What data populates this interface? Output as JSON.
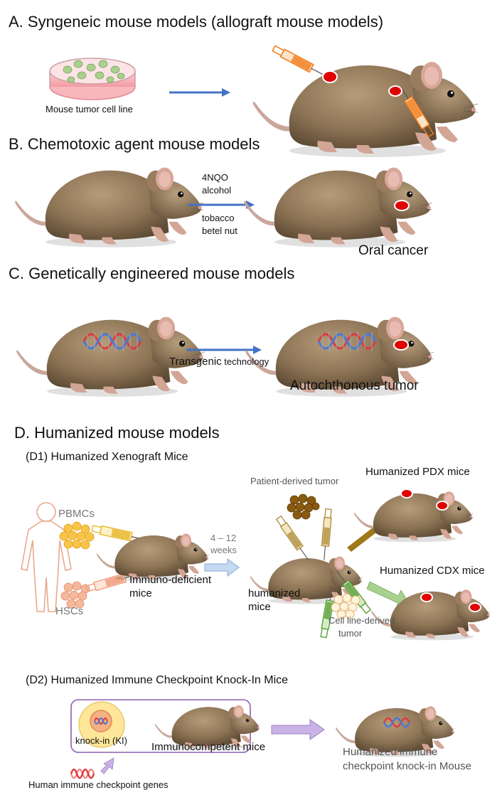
{
  "sections": {
    "a_title": "A. Syngeneic mouse models (allograft mouse models)",
    "b_title": "B. Chemotoxic agent mouse models",
    "c_title": "C. Genetically engineered mouse models",
    "d_title": "D. Humanized mouse models",
    "d1_title": "(D1) Humanized Xenograft Mice",
    "d2_title": "(D2) Humanized Immune Checkpoint Knock-In Mice"
  },
  "a": {
    "cell_line_label": "Mouse tumor cell line"
  },
  "b": {
    "agents_top": [
      "4NQO",
      "alcohol"
    ],
    "agents_bottom": [
      "tobacco",
      "betel nut"
    ],
    "result": "Oral cancer"
  },
  "c": {
    "method_main": "Transgenic",
    "method_suffix": " technology",
    "result": "Autochthonous  tumor"
  },
  "d1": {
    "pbmcs": "PBMCs",
    "hscs": "HSCs",
    "immuno_deficient": [
      "Immuno-deficient",
      "mice"
    ],
    "duration": [
      "4 – 12",
      "weeks"
    ],
    "humanized": [
      "humanized",
      "mice"
    ],
    "patient_tumor": "Patient-derived tumor",
    "pdx": "Humanized PDX mice",
    "cdx": "Humanized CDX mice",
    "cell_line_tumor": [
      "Cell line-derived",
      "tumor"
    ]
  },
  "d2": {
    "knock_in": "knock-in (KI)",
    "immunocompetent": "Immunocompetent mice",
    "genes": "Human immune checkpoint genes",
    "result": [
      "Humanized immune",
      "checkpoint knock-in Mouse"
    ]
  },
  "colors": {
    "arrow_blue": "#4472c4",
    "tumor_red": "#e00000",
    "syringe_orange": "#f07a1a",
    "syringe_yellow": "#e8b830",
    "syringe_olive": "#b09040",
    "syringe_green": "#5aa03a",
    "arrow_gold": "#a07818",
    "arrow_light_green": "#a9d18e",
    "arrow_light_blue": "#c5d9f1",
    "arrow_lavender": "#c9b3e6",
    "box_purple": "#8e5fb0",
    "dna_red": "#e03a3a",
    "dna_blue": "#4a78d8",
    "cell_yellow": "#ffe699",
    "cell_nucleus": "#f4b183",
    "pbmc_yellow": "#f8c548",
    "hsc_pink": "#f4b89c",
    "tumor_brown": "#8a5a10"
  }
}
